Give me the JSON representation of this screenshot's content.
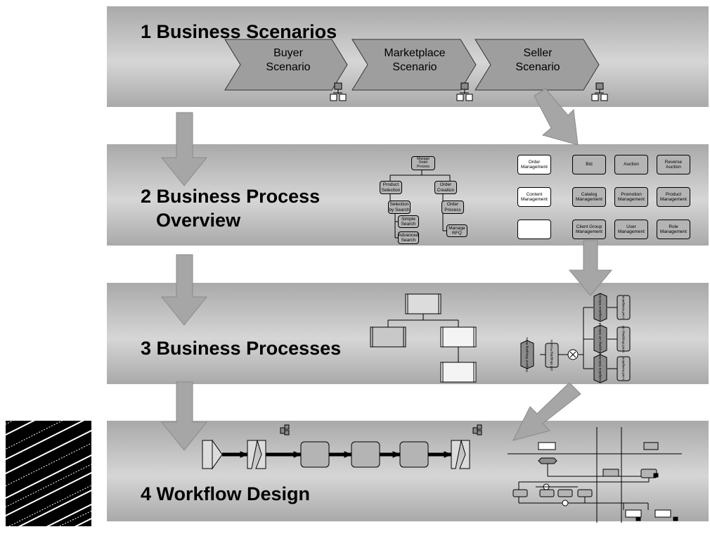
{
  "bands": [
    {
      "title": "1 Business Scenarios"
    },
    {
      "title_line1": "2 Business Process",
      "title_line2": "Overview"
    },
    {
      "title": "3 Business Processes"
    },
    {
      "title": "4 Workflow Design"
    }
  ],
  "scenarios": [
    {
      "line1": "Buyer",
      "line2": "Scenario"
    },
    {
      "line1": "Marketplace",
      "line2": "Scenario"
    },
    {
      "line1": "Seller",
      "line2": "Scenario"
    }
  ],
  "tree": {
    "root": "Manage Order Process",
    "product_selection": "Product Selection",
    "order_creation": "Order Creation",
    "selection_by_search": "Selection by Search",
    "order_process": "Order Process",
    "simple_search": "Simple Search",
    "advanced_search": "Advanced Search",
    "manage_rfq": "Manage RFQ"
  },
  "process_grid": [
    "Order Management",
    "Bid",
    "Auction",
    "Reverse Auction",
    "Content Management",
    "Catalog Management",
    "Promotion Management",
    "Product Management",
    "",
    "Client Group Management",
    "User Management",
    "Role Management"
  ],
  "epc": {
    "event_start": "Request Shopping Items",
    "function_main": "List Shopping Process",
    "events_right": [
      "Navigation Selected",
      "Shopping List Selected",
      "Navigation Selected"
    ],
    "functions_right": [
      "Load Navigation",
      "Load Shopping List",
      "Load Navigation"
    ]
  },
  "colors": {
    "band_dark": "#a8a8a8",
    "band_light": "#dcdcdc",
    "shape_fill": "#b4b4b4",
    "arrow": "#a6a6a6"
  }
}
